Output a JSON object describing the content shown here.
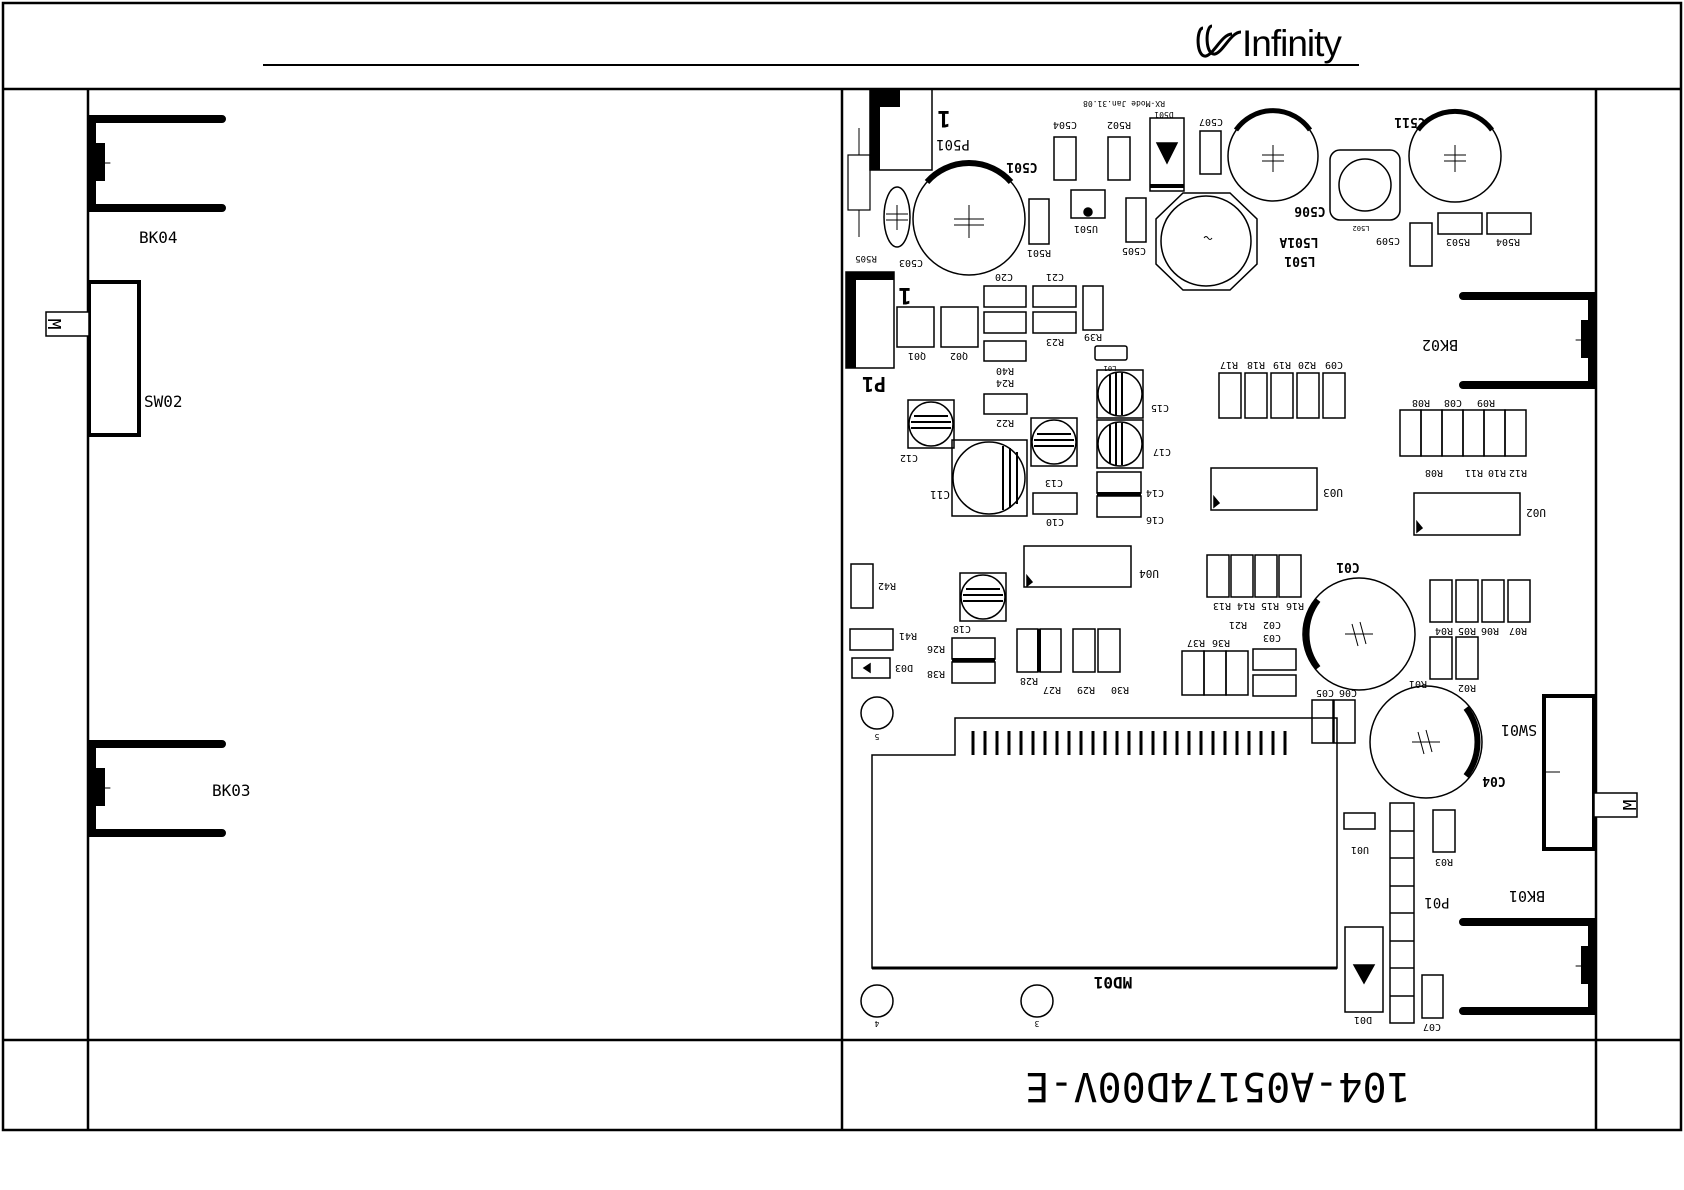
{
  "header": {
    "logo_text": "Infinity"
  },
  "left_panel": {
    "brackets": {
      "top": "BK04",
      "bottom": "BK03"
    },
    "switch": {
      "label": "SW02",
      "marker": "M"
    }
  },
  "right_panel": {
    "pcb_note": "RX-Mode  Jan.31.08",
    "board_number": "104-A05174D00V-E",
    "pin_one": "1",
    "switch": {
      "label": "SW01",
      "marker": "M"
    },
    "brackets": [
      "BK02",
      "BK01"
    ],
    "connectors": [
      "P501",
      "P1",
      "P01",
      "MD01"
    ],
    "large_caps": [
      "C501",
      "C506",
      "C511",
      "C01",
      "C04",
      "C11"
    ],
    "refs": {
      "C504": "C504",
      "R502": "R502",
      "D501": "D501",
      "C507": "C507",
      "U501": "U501",
      "C505": "C505",
      "R501": "R501",
      "C503": "C503",
      "R505": "R505",
      "L501": "L501",
      "L501A": "L501A",
      "L502": "L502",
      "C509": "C509",
      "R503": "R503",
      "R504": "R504",
      "C20": "C20",
      "C21": "C21",
      "R23": "R23",
      "R39": "R39",
      "L01": "L01",
      "Q01": "Q01",
      "Q02": "Q02",
      "R40": "R40",
      "R24": "R24",
      "R22": "R22",
      "C15": "C15",
      "C17": "C17",
      "C12": "C12",
      "C13": "C13",
      "C14": "C14",
      "C16": "C16",
      "C10": "C10",
      "R17": "R17",
      "R18": "R18",
      "R19": "R19",
      "R20": "R20",
      "C09": "C09",
      "R08": "R08",
      "C08": "C08",
      "R09": "R09",
      "R11": "R11",
      "R10": "R10",
      "R12": "R12",
      "U03": "U03",
      "U02": "U02",
      "U04": "U04",
      "R42": "R42",
      "R16": "R16",
      "R15": "R15",
      "R14": "R14",
      "R13": "R13",
      "R21": "R21",
      "C02": "C02",
      "C03": "C03",
      "R36": "R36",
      "R37": "R37",
      "C18": "C18",
      "R41": "R41",
      "R26": "R26",
      "D03": "D03",
      "R38": "R38",
      "R28": "R28",
      "R27": "R27",
      "R29": "R29",
      "R30": "R30",
      "C05": "C05",
      "C06": "C06",
      "R04": "R04",
      "R05": "R05",
      "R06": "R06",
      "R07": "R07",
      "R01": "R01",
      "R02": "R02",
      "U01": "U01",
      "R03": "R03",
      "D01": "D01",
      "C07": "C07",
      "hole5": "5",
      "hole4": "4",
      "hole3": "3"
    }
  }
}
